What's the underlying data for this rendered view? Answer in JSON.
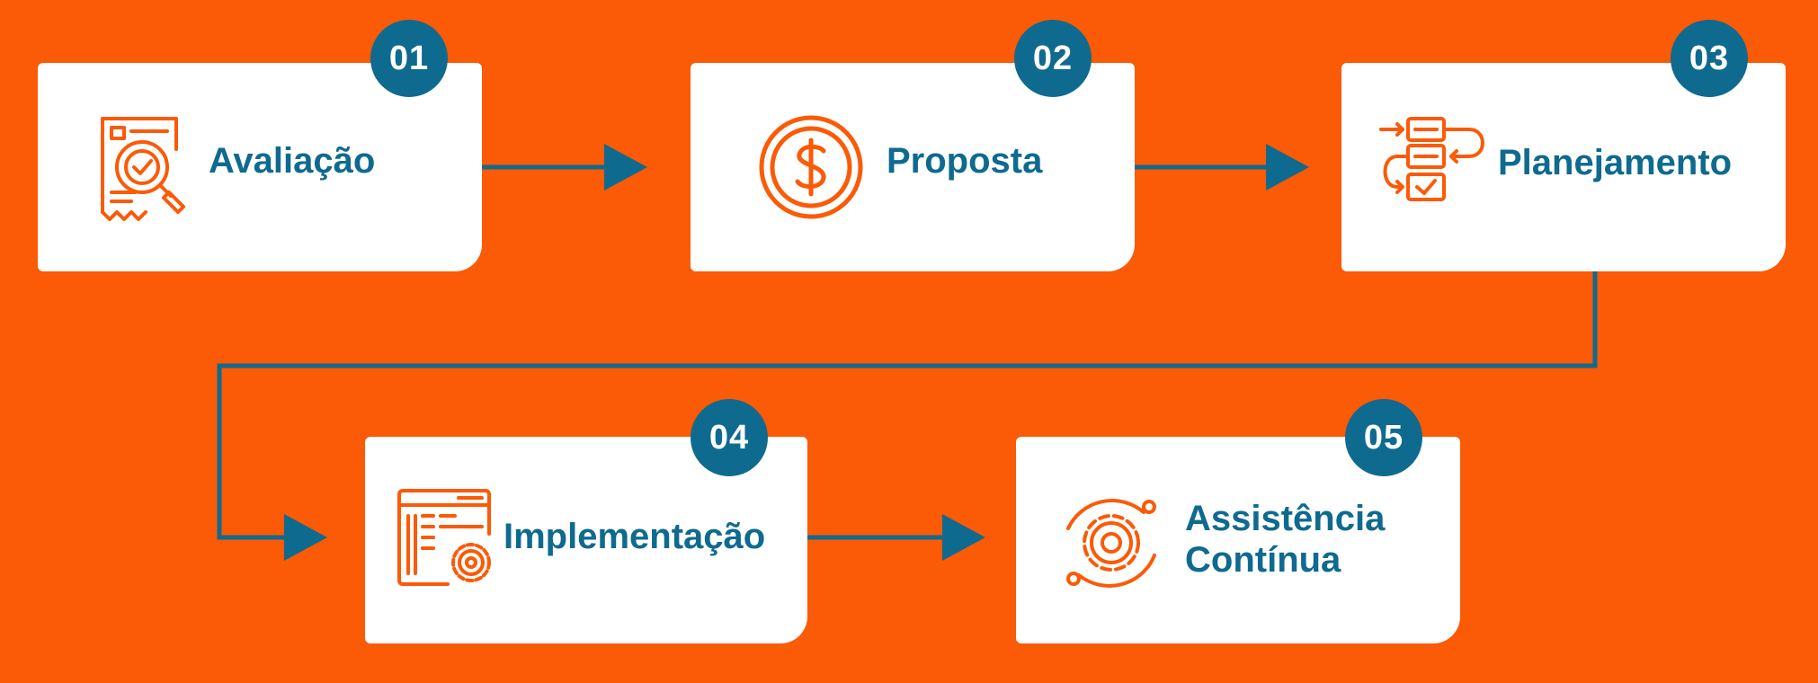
{
  "colors": {
    "background": "#fb5a06",
    "card": "#ffffff",
    "accent_blue": "#0f6a8f",
    "icon_orange": "#fb5a06"
  },
  "steps": [
    {
      "number": "01",
      "label": "Avaliação",
      "icon": "document-search-icon"
    },
    {
      "number": "02",
      "label": "Proposta",
      "icon": "dollar-circle-icon"
    },
    {
      "number": "03",
      "label": "Planejamento",
      "icon": "workflow-icon"
    },
    {
      "number": "04",
      "label": "Implementação",
      "icon": "settings-window-icon"
    },
    {
      "number": "05",
      "label_lines": [
        "Assistência",
        "Contínua"
      ],
      "icon": "gear-cycle-icon"
    }
  ]
}
